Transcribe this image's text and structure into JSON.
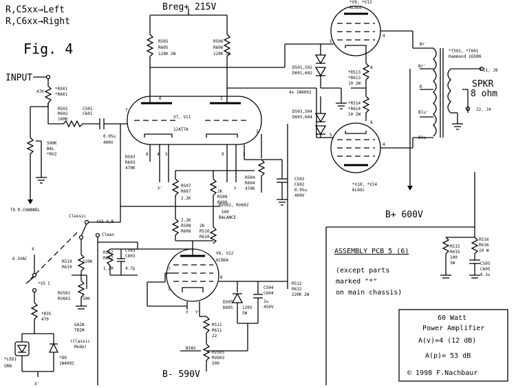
{
  "header": {
    "line1": "R,C5xx→Left",
    "line2": "R,C6xx→Right",
    "figure": "Fig. 4",
    "breg": "Breg+ 215V"
  },
  "labels": {
    "input": "INPUT",
    "r47k": "47K",
    "r501": "*R501",
    "r601": "*R601",
    "r502": "R502",
    "r602": "R602",
    "r100k": "100K",
    "c501": "C501",
    "c601": "C601",
    "c005": "0.05u",
    "c400v": "400V",
    "r500k": "500K",
    "bal": "BAL",
    "rv2": "*RV2",
    "to_rchan": "TO R.CHANNEL",
    "r505": "R505",
    "r605": "R605",
    "r505val": "120K 2W",
    "r506": "R506",
    "r606": "R606",
    "r506val": "120K 2W",
    "v7": "V7, V11",
    "v7type": "12AT7A",
    "pin6": "6",
    "pin1": "1",
    "pin7": "7",
    "pin2": "2",
    "pin8": "8",
    "pin3": "3",
    "pin4": "4",
    "pin5": "5",
    "pin9": "9",
    "r503": "R503",
    "r603": "R603",
    "r470k": "470K",
    "yprime": "Y'",
    "y": "Y",
    "r504": "R504",
    "r604": "R604",
    "r504val": "470K",
    "c502": "C502",
    "c602": "C602",
    "c502a": "0.05u",
    "c502b": "400V",
    "r507": "R507",
    "r607": "R607",
    "r22k": "2.2K",
    "r2k": "2K",
    "r509": "R509",
    "r609": "R609",
    "rv502": "RV502, RV602",
    "r500": "500",
    "balance": "BALANCE",
    "r508": "R508",
    "r608": "R608",
    "r2k2b": "2.2K",
    "r2kb": "2K",
    "r510": "R510",
    "r610": "R610",
    "classic": "Classic",
    "s5ab": "*S5 A,B",
    "clean": "Clean",
    "x": "X",
    "sixvac": "6.3VAC",
    "s5c": "*S5 C",
    "r519": "R519",
    "r619": "R619",
    "r120k": "120K",
    "rv501": "RV501",
    "rv601": "RV601",
    "r50k": "50K",
    "gain": "GAIN",
    "trim": "TRIM",
    "classicmode": "(Classic",
    "mode": "Mode)",
    "r35": "*R35",
    "r470": "470",
    "led1": "*LED1",
    "grn": "GRN",
    "d9": "*D9",
    "d9type": "1N4002",
    "xprime": "X'",
    "r517": "R517",
    "r617": "R617",
    "r12m": "1.2M",
    "c503": "C503",
    "c603": "C603",
    "c47p": "4.7p",
    "v8": "V8, V12",
    "v8type": "6CB6A",
    "r511": "R511",
    "r611": "R611",
    "r22": "22",
    "bias": "BIAS",
    "rv503": "RV503",
    "rv603": "RV603",
    "r500b": "500",
    "bminus": "B- 590V",
    "d505": "D505",
    "d605": "D605",
    "z120v": "120V",
    "z5w": "5W",
    "c504": "C504",
    "c604": "C604",
    "c1u": "1u",
    "c450v": "450V",
    "r512": "R512",
    "r612": "R612",
    "r220k": "220K 2W",
    "v9": "*V9, *V13",
    "v9type": "6L6GC",
    "d501": "D501,502",
    "d601": "D601,602",
    "d4x": "4x 1N4002",
    "d503": "D503,504",
    "d603": "D603,604",
    "r513": "*R513",
    "r613": "*R613",
    "r10": "10 2W",
    "r514": "*R514",
    "r614": "*R614",
    "r10b": "10 2W",
    "v10": "*V10, *V14",
    "v10type": "6L6GC",
    "br": "Br",
    "brprime": "Br'",
    "rlead": "R",
    "blu": "Blu'",
    "blu2": "Blu",
    "t501": "*T501, *T601",
    "hammond": "Hammond 1650N",
    "j1": "J1, J8",
    "spkr": "SPKR",
    "ohm": "8 ohm",
    "j2": "J2, J4",
    "bplus": "B+ 600V",
    "r515": "R515",
    "r615": "R615",
    "r100": "100",
    "r5w": "5W",
    "r516": "R516",
    "r616": "R616",
    "r10w": "10 W",
    "c505": "C505",
    "c605": "C605",
    "c01u": "0.1u",
    "assembly": "ASSEMBLY PCB 5 (6)",
    "except": "(except parts",
    "marked": "marked \"*\"",
    "chassis": "on main chassis)",
    "title1": "60 Watt",
    "title2": "Power Amplifier",
    "av": "A(v)=4  (12 dB)",
    "ap": "A(p)= 53 dB",
    "copyright": "© 1998 F.Nachbaur"
  }
}
